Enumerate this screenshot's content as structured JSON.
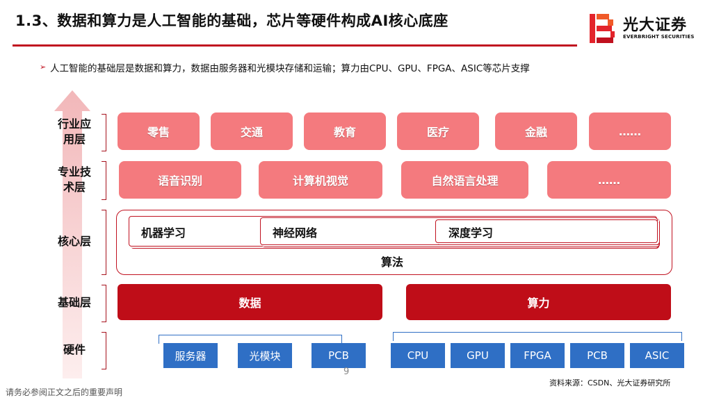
{
  "header": {
    "title": "1.3、数据和算力是人工智能的基础，芯片等硬件构成AI核心底座",
    "logo_name": "光大证券",
    "logo_sub": "EVERBRIGHT SECURITIES",
    "accent_color": "#c0111f"
  },
  "bullet": {
    "text": "人工智能的基础层是数据和算力，数据由服务器和光模块存储和运输；算力由CPU、GPU、FPGA、ASIC等芯片支撑"
  },
  "layers": {
    "application": {
      "label_line1": "行业应",
      "label_line2": "用层",
      "items": [
        "零售",
        "交通",
        "教育",
        "医疗",
        "金融",
        "……"
      ]
    },
    "technology": {
      "label_line1": "专业技",
      "label_line2": "术层",
      "items": [
        "语音识别",
        "计算机视觉",
        "自然语言处理",
        "……"
      ]
    },
    "core": {
      "label": "核心层",
      "items": [
        "机器学习",
        "神经网络",
        "深度学习"
      ],
      "algorithm": "算法"
    },
    "foundation": {
      "label": "基础层",
      "data": "数据",
      "compute": "算力"
    },
    "hardware": {
      "label": "硬件",
      "data_items": [
        "服务器",
        "光模块",
        "PCB"
      ],
      "compute_items": [
        "CPU",
        "GPU",
        "FPGA",
        "PCB",
        "ASIC"
      ]
    }
  },
  "footer": {
    "page": "9",
    "disclaimer": "请务必参阅正文之后的重要声明",
    "source": "资料来源：CSDN、光大证券研究所"
  },
  "colors": {
    "pink": "#f47a7e",
    "dark_red": "#bf0d18",
    "blue": "#2f6fc5"
  }
}
